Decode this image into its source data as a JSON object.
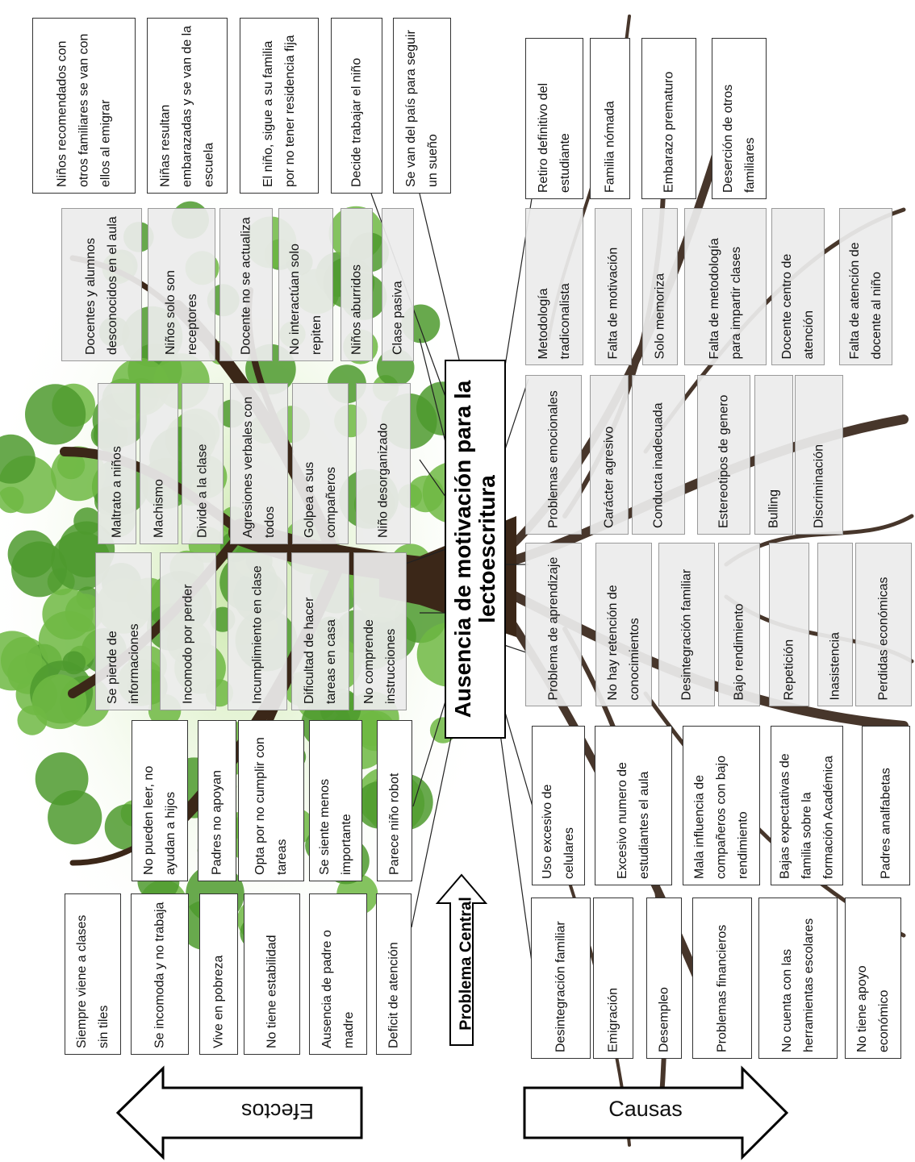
{
  "central_problem": "Ausencia de motivación para la lectoescritura",
  "central_label": "Problema Central",
  "arrows": {
    "effects": "Efectos",
    "causes": "Causas"
  },
  "colors": {
    "foliage": "#5aa832",
    "trunk": "#3b2718",
    "roots": "#3e2c20",
    "box_border": "#333333"
  },
  "effects": [
    [
      "Niños recomendados con otros familiares se van con ellos al emigrar",
      "Niñas resultan embarazadas y se van de la escuela",
      "El niño, sigue a su familia por no tener residencia fija",
      "Decide trabajar el niño",
      "Se van del país para seguir un sueño"
    ],
    [
      "Docentes y alumnos desconocidos en el aula",
      "Niños solo son receptores",
      "Docente no se actualiza",
      "No interactúan solo repiten",
      "Niños aburridos",
      "Clase pasiva"
    ],
    [
      "Maltrato a niños",
      "Machismo",
      "Divide a la clase",
      "Agresiones verbales con todos",
      "Golpea a sus compañeros",
      "Niño desorganizado"
    ],
    [
      "Se pierde de informaciones",
      "Incomodo por perder",
      "Incumplimiento en clase",
      "Dificultad de hacer tareas en casa",
      "No comprende instrucciones"
    ],
    [
      "No pueden leer, no ayudan a hijos",
      "Padres no apoyan",
      "Opta por no cumplir con tareas",
      "Se siente menos importante",
      "Parece niño robot"
    ],
    [
      "Siempre viene a clases sin tiles",
      "Se incomoda y no trabaja",
      "Vive en pobreza",
      "No tiene estabilidad",
      "Ausencia de padre o madre",
      "Deficit de atención"
    ]
  ],
  "causes": [
    [
      "Retiro definitivo del estudiante",
      "Familia nómada",
      "Embarazo prematuro",
      "Deserción de otros familiares"
    ],
    [
      "Metodología tradiconalista",
      "Falta de motivación",
      "Solo memoriza",
      "Falta de metodología para impartir clases",
      "Docente centro de atención",
      "Falta de atención de docente al niño"
    ],
    [
      "Problemas emocionales",
      "Carácter agresivo",
      "Conducta inadecuada",
      "Estereotipos de genero",
      "Bulling",
      "Discriminación"
    ],
    [
      "Problema de aprendizaje",
      "No hay retención de conocimientos",
      "Desintegración familiar",
      "Bajo rendimiento",
      "Repetición",
      "Inasistencia",
      "Perdidas económicas"
    ],
    [
      "Uso excesivo de celulares",
      "Excesivo numero de estudiantes el aula",
      "Mala influencia de compañeros con bajo rendimiento",
      "Bajas expectativas de familia sobre la formación Académica",
      "Padres analfabetas"
    ],
    [
      "Desintegración familiar",
      "Emigración",
      "Desempleo",
      "Problemas financieros",
      "No cuenta con las herramientas escolares",
      "No tiene apoyo económico"
    ]
  ]
}
